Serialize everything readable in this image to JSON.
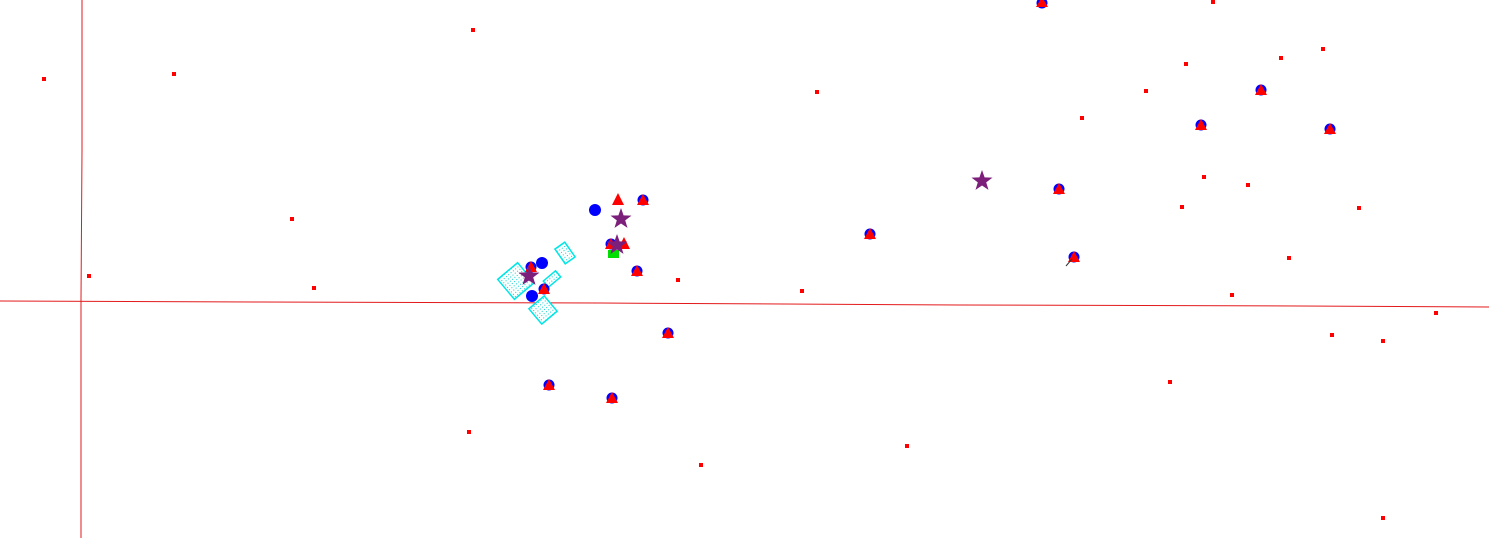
{
  "map": {
    "background_color": "#ffffff",
    "axis_color": "#e31a1c",
    "layers": [
      {
        "name": "point-features",
        "symbol": "small-square",
        "color": "#ff0000"
      },
      {
        "name": "circle-features",
        "symbol": "circle",
        "color": "#0000ff"
      },
      {
        "name": "triangle-features",
        "symbol": "triangle",
        "color": "#ff0000"
      },
      {
        "name": "star-features",
        "symbol": "star",
        "color": "#7b1f7b"
      },
      {
        "name": "polygon-features",
        "symbol": "dotted-rectangle",
        "color": "#00e5e5"
      },
      {
        "name": "selected-feature",
        "symbol": "square",
        "color": "#00dd00"
      }
    ]
  }
}
